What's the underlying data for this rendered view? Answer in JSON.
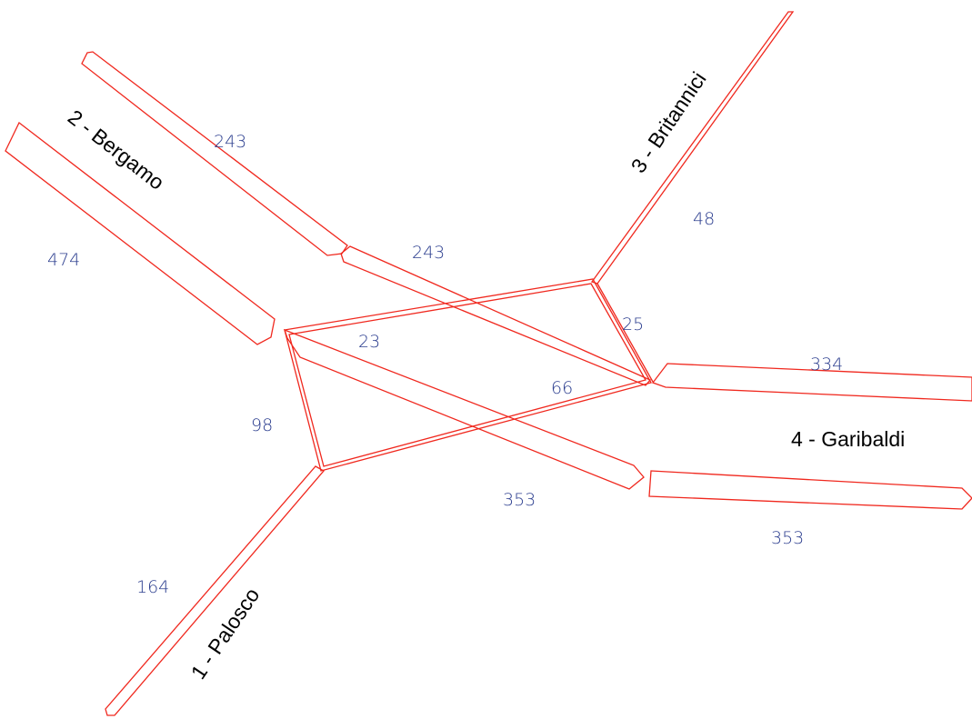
{
  "colors": {
    "lines": "#f0281e",
    "flow_labels": "#2c3e8f",
    "road_labels": "#000000",
    "background": "#ffffff"
  },
  "roads": {
    "palosco": "1 - Palosco",
    "bergamo": "2 - Bergamo",
    "britannici": "3 - Britannici",
    "garibaldi": "4 - Garibaldi"
  },
  "flows": {
    "bergamo_exit": "243",
    "bergamo_entry": "474",
    "bergamo_to_garibaldi": "243",
    "britannici": "48",
    "britannici_to_garibaldi": "25",
    "garibaldi_entry": "334",
    "garibaldi_exit": "353",
    "center_cross_a": "23",
    "center_cross_b": "66",
    "palosco_to_bergamo": "98",
    "bergamo_to_garibaldi_lower": "353",
    "palosco": "164"
  }
}
